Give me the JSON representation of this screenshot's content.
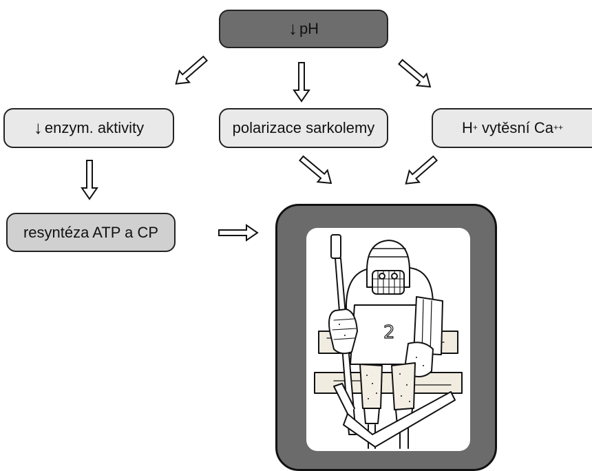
{
  "nodes": {
    "ph": {
      "arrow": "↓",
      "label": "pH"
    },
    "enzym": {
      "arrow": "↓",
      "label": "enzym. aktivity"
    },
    "polarizace": {
      "label": "polarizace sarkolemy"
    },
    "calcium": {
      "h": "H",
      "h_sup": "+",
      "text": " vytěsní Ca",
      "ca_sup": "++"
    },
    "resynteza": {
      "label": "resyntéza ATP a CP"
    }
  },
  "illustration": {
    "subject": "hockey-goalie",
    "jersey_number": "2"
  },
  "colors": {
    "dark_box": "#6d6d6d",
    "light_box": "#e9e9e9",
    "mid_box": "#d0d0d0",
    "frame": "#6b6b6b"
  }
}
